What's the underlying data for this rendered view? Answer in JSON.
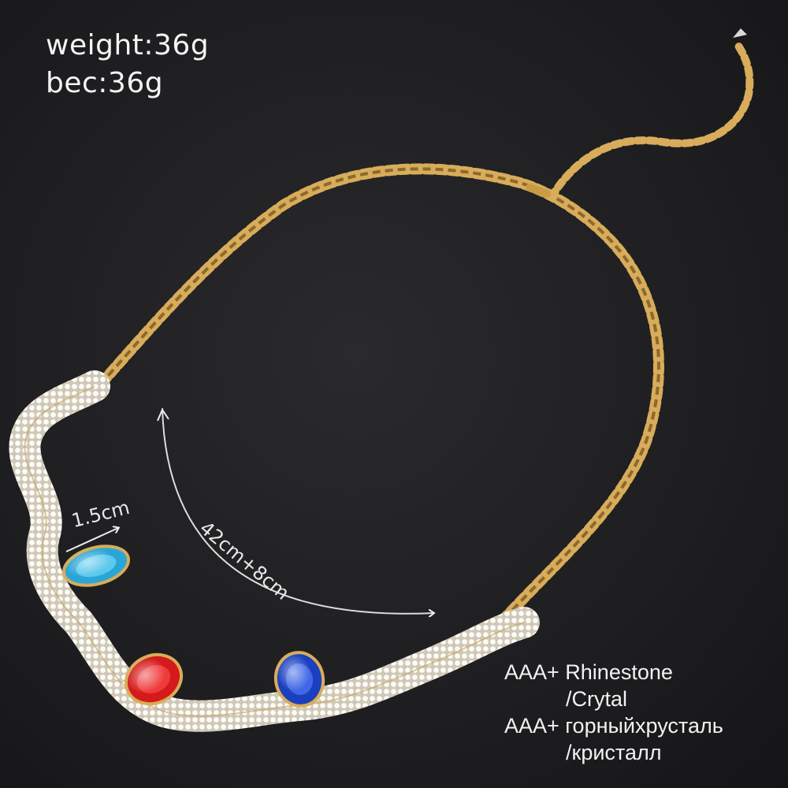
{
  "specs": {
    "weight": "weight:36g",
    "bec": "bec:36g"
  },
  "measurements": {
    "pendant_width": "1.5cm",
    "chain_length": "42cm+8cm"
  },
  "materials": {
    "line1": "AAA+ Rhinestone",
    "line2": "/Crytal",
    "line3": "AAA+ горныйхрусталь",
    "line4": "/кристалл"
  },
  "gems": [
    {
      "name": "aquamarine",
      "color": "#2aa6d6"
    },
    {
      "name": "ruby",
      "color": "#d41a1a"
    },
    {
      "name": "sapphire",
      "color": "#1a3fbf"
    }
  ],
  "colors": {
    "background": "#1f1f21",
    "gold": "#d8ac5a",
    "rhinestone": "#f1ede4",
    "text": "#f4f4f4"
  }
}
